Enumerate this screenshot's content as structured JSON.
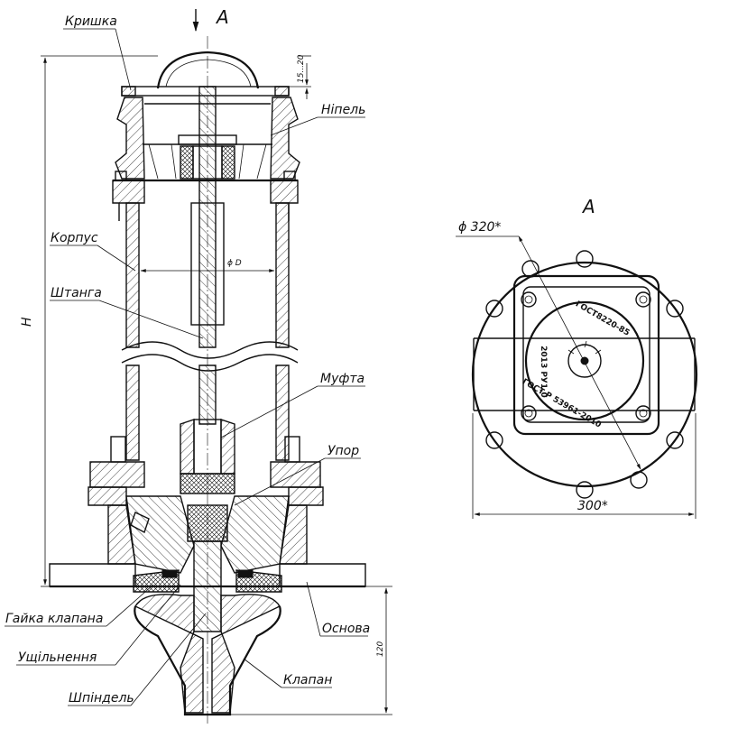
{
  "view": {
    "arrow_label": "A",
    "view_title": "A"
  },
  "labels": {
    "cover": "Кришка",
    "nipple": "Ніпель",
    "body": "Корпус",
    "rod": "Штанга",
    "coupling": "Муфта",
    "stop": "Упор",
    "valve_nut": "Гайка клапана",
    "seal": "Ущільнення",
    "spindle": "Шпіндель",
    "base": "Основа",
    "valve": "Клапан"
  },
  "dimensions": {
    "height": "H",
    "inner_diameter": "ϕ D",
    "cap_clearance": "15...20",
    "valve_height": "120",
    "flange_diameter": "ϕ 320*",
    "flange_width": "300*"
  },
  "stamp_text": {
    "gost_left": "ГОСТ8220-85",
    "gost_right": "ГОСТ Р 53961-2010",
    "year_pressure": "2013 РУ1,0"
  },
  "colors": {
    "ink": "#111111",
    "paper": "#ffffff"
  }
}
